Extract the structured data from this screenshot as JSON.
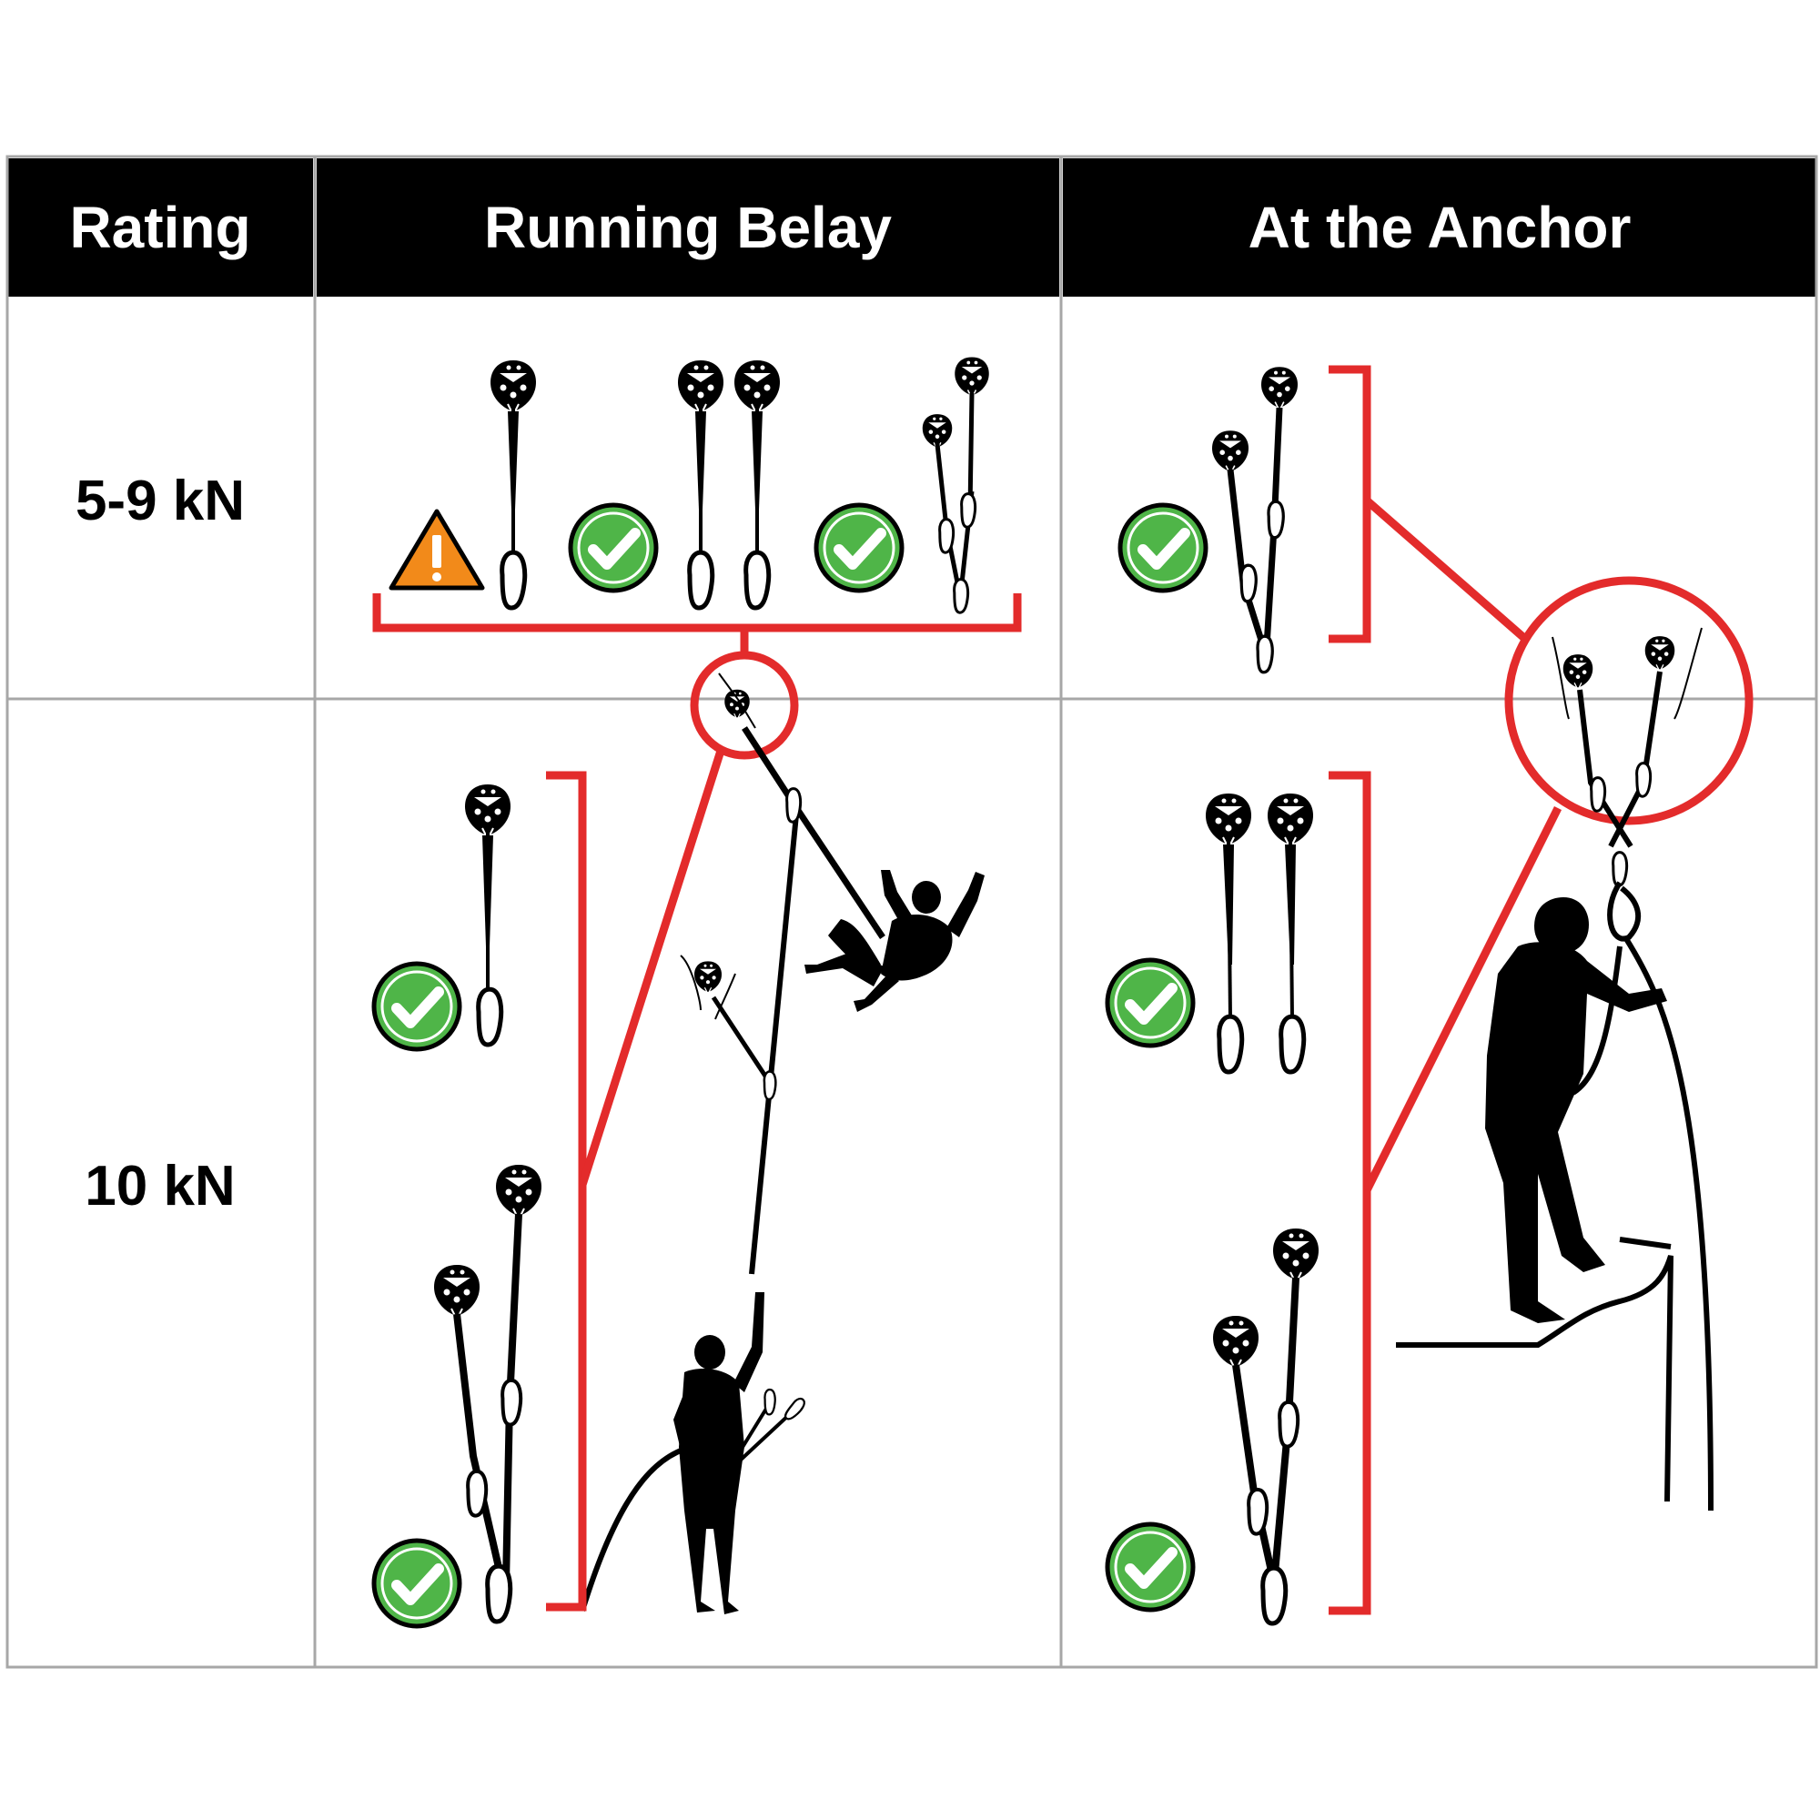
{
  "header": {
    "rating": "Rating",
    "running_belay": "Running Belay",
    "at_anchor": "At the Anchor"
  },
  "rows": [
    {
      "rating": "5-9 kN"
    },
    {
      "rating": "10 kN"
    }
  ],
  "colors": {
    "bracket_red": "#e32b2b",
    "check_green": "#4fb548",
    "warning_orange": "#f28a1a",
    "grid_grey": "#a7a7a7",
    "header_bg": "#000000"
  },
  "icons": [
    "cam-icon",
    "carabiner-icon",
    "check-icon",
    "warning-icon",
    "climber-silhouette"
  ]
}
